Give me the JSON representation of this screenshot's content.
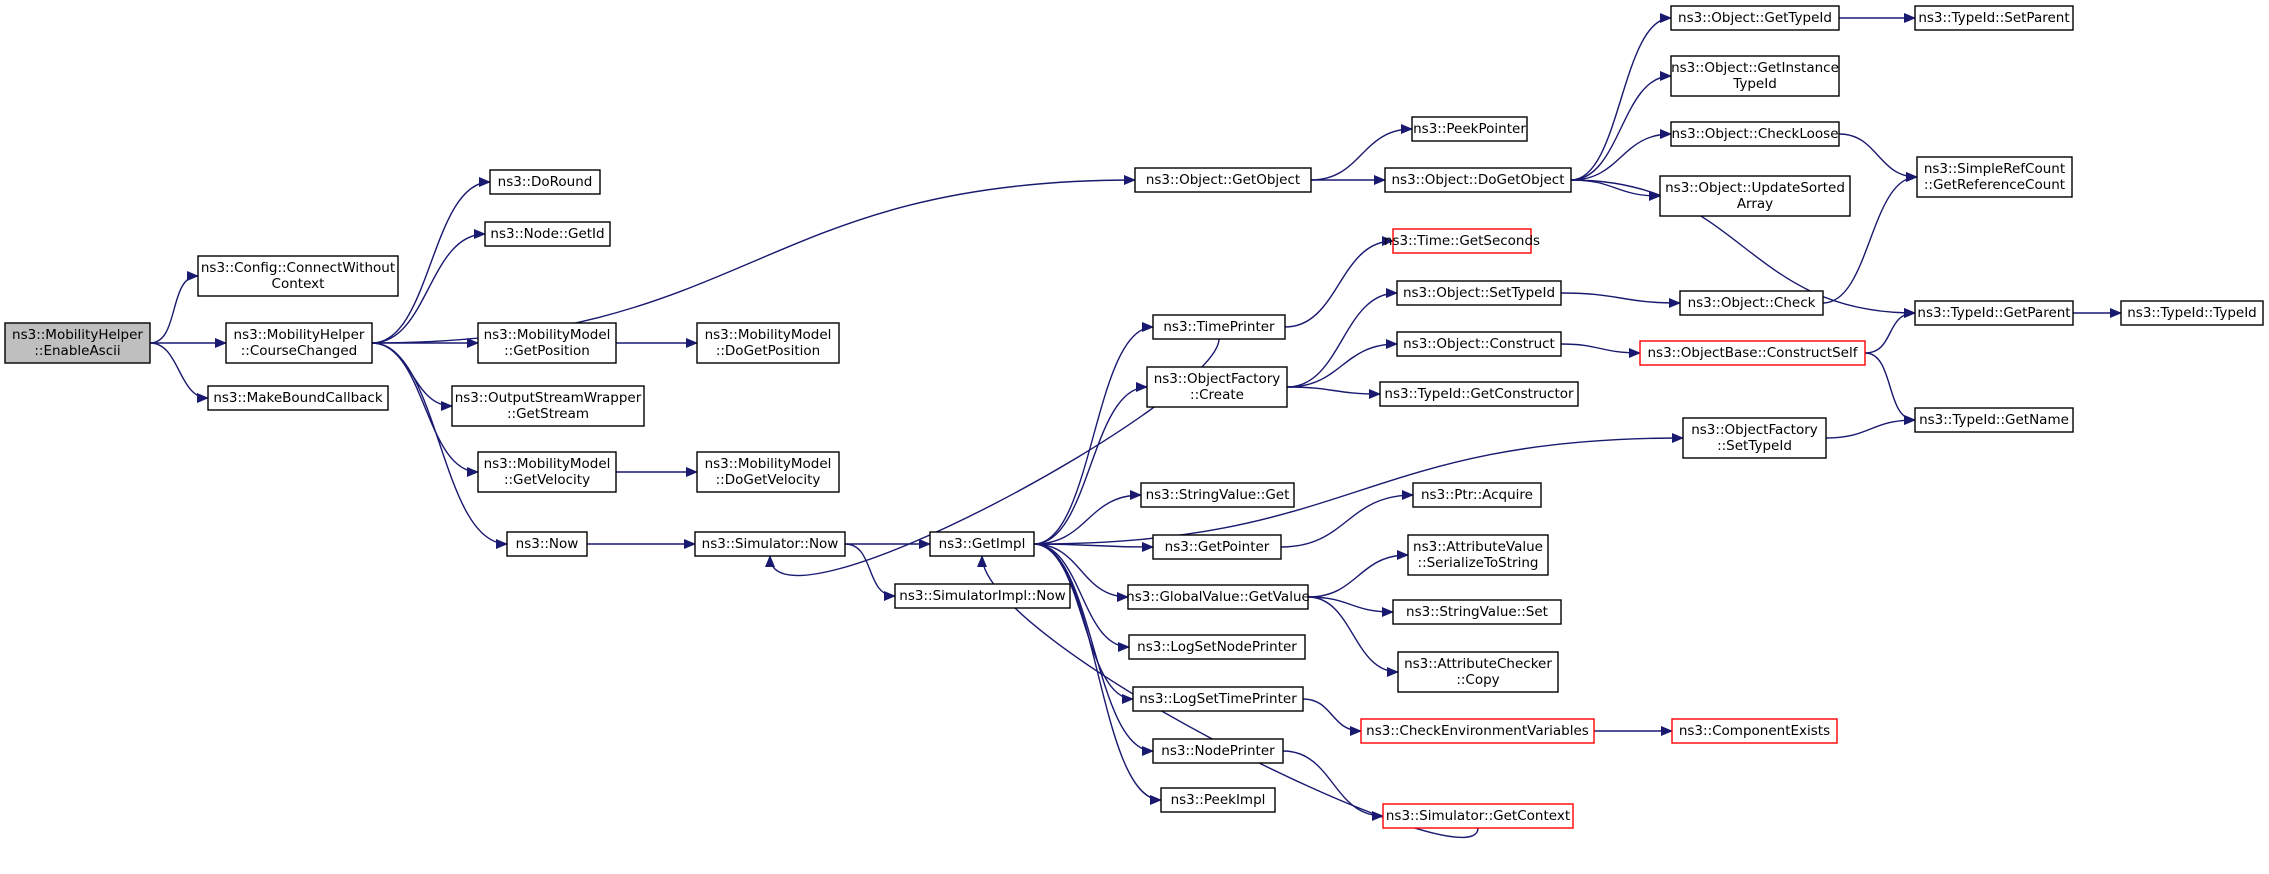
{
  "graph": {
    "colors": {
      "edge": "#191970",
      "root_fill": "#bfbfbf",
      "truncated_border": "#ff0000"
    },
    "nodes": [
      {
        "id": "n1",
        "lines": [
          "ns3::MobilityHelper",
          "::EnableAscii"
        ],
        "root": true
      },
      {
        "id": "n2",
        "lines": [
          "ns3::Config::ConnectWithout",
          "Context"
        ]
      },
      {
        "id": "n3",
        "lines": [
          "ns3::MobilityHelper",
          "::CourseChanged"
        ]
      },
      {
        "id": "n4",
        "lines": [
          "ns3::MakeBoundCallback"
        ]
      },
      {
        "id": "n5",
        "lines": [
          "ns3::DoRound"
        ]
      },
      {
        "id": "n6",
        "lines": [
          "ns3::Node::GetId"
        ]
      },
      {
        "id": "n7",
        "lines": [
          "ns3::Object::GetObject"
        ]
      },
      {
        "id": "n8",
        "lines": [
          "ns3::MobilityModel",
          "::GetPosition"
        ]
      },
      {
        "id": "n9",
        "lines": [
          "ns3::OutputStreamWrapper",
          "::GetStream"
        ]
      },
      {
        "id": "n10",
        "lines": [
          "ns3::MobilityModel",
          "::GetVelocity"
        ]
      },
      {
        "id": "n11",
        "lines": [
          "ns3::Now"
        ]
      },
      {
        "id": "n12",
        "lines": [
          "ns3::MobilityModel",
          "::DoGetPosition"
        ]
      },
      {
        "id": "n13",
        "lines": [
          "ns3::MobilityModel",
          "::DoGetVelocity"
        ]
      },
      {
        "id": "n14",
        "lines": [
          "ns3::Simulator::Now"
        ]
      },
      {
        "id": "n15",
        "lines": [
          "ns3::GetImpl"
        ]
      },
      {
        "id": "n16",
        "lines": [
          "ns3::SimulatorImpl::Now"
        ]
      },
      {
        "id": "n17",
        "lines": [
          "ns3::PeekPointer"
        ]
      },
      {
        "id": "n18",
        "lines": [
          "ns3::Object::DoGetObject"
        ]
      },
      {
        "id": "n19",
        "lines": [
          "ns3::Time::GetSeconds"
        ],
        "truncated": true
      },
      {
        "id": "n20",
        "lines": [
          "ns3::TimePrinter"
        ]
      },
      {
        "id": "n21",
        "lines": [
          "ns3::ObjectFactory",
          "::Create"
        ]
      },
      {
        "id": "n22",
        "lines": [
          "ns3::StringValue::Get"
        ]
      },
      {
        "id": "n23",
        "lines": [
          "ns3::GetPointer"
        ]
      },
      {
        "id": "n24",
        "lines": [
          "ns3::GlobalValue::GetValue"
        ]
      },
      {
        "id": "n25",
        "lines": [
          "ns3::LogSetNodePrinter"
        ]
      },
      {
        "id": "n26",
        "lines": [
          "ns3::LogSetTimePrinter"
        ]
      },
      {
        "id": "n27",
        "lines": [
          "ns3::NodePrinter"
        ]
      },
      {
        "id": "n28",
        "lines": [
          "ns3::PeekImpl"
        ]
      },
      {
        "id": "n29",
        "lines": [
          "ns3::Object::GetTypeId"
        ]
      },
      {
        "id": "n30",
        "lines": [
          "ns3::Object::GetInstance",
          "TypeId"
        ]
      },
      {
        "id": "n31",
        "lines": [
          "ns3::Object::CheckLoose"
        ]
      },
      {
        "id": "n32",
        "lines": [
          "ns3::Object::UpdateSorted",
          "Array"
        ]
      },
      {
        "id": "n33",
        "lines": [
          "ns3::Object::SetTypeId"
        ]
      },
      {
        "id": "n34",
        "lines": [
          "ns3::Object::Construct"
        ]
      },
      {
        "id": "n35",
        "lines": [
          "ns3::TypeId::GetConstructor"
        ]
      },
      {
        "id": "n36",
        "lines": [
          "ns3::ObjectFactory",
          "::SetTypeId"
        ]
      },
      {
        "id": "n37",
        "lines": [
          "ns3::Ptr::Acquire"
        ]
      },
      {
        "id": "n38",
        "lines": [
          "ns3::AttributeValue",
          "::SerializeToString"
        ]
      },
      {
        "id": "n39",
        "lines": [
          "ns3::StringValue::Set"
        ]
      },
      {
        "id": "n40",
        "lines": [
          "ns3::AttributeChecker",
          "::Copy"
        ]
      },
      {
        "id": "n41",
        "lines": [
          "ns3::CheckEnvironmentVariables"
        ],
        "truncated": true
      },
      {
        "id": "n42",
        "lines": [
          "ns3::Simulator::GetContext"
        ],
        "truncated": true
      },
      {
        "id": "n43",
        "lines": [
          "ns3::TypeId::SetParent"
        ]
      },
      {
        "id": "n44",
        "lines": [
          "ns3::SimpleRefCount",
          "::GetReferenceCount"
        ]
      },
      {
        "id": "n45",
        "lines": [
          "ns3::Object::Check"
        ]
      },
      {
        "id": "n46",
        "lines": [
          "ns3::ObjectBase::ConstructSelf"
        ],
        "truncated": true
      },
      {
        "id": "n47",
        "lines": [
          "ns3::TypeId::GetParent"
        ]
      },
      {
        "id": "n48",
        "lines": [
          "ns3::TypeId::GetName"
        ]
      },
      {
        "id": "n49",
        "lines": [
          "ns3::ComponentExists"
        ],
        "truncated": true
      },
      {
        "id": "n50",
        "lines": [
          "ns3::TypeId::TypeId"
        ]
      }
    ],
    "edges": [
      [
        "n1",
        "n2"
      ],
      [
        "n1",
        "n3"
      ],
      [
        "n1",
        "n4"
      ],
      [
        "n3",
        "n5"
      ],
      [
        "n3",
        "n6"
      ],
      [
        "n3",
        "n7"
      ],
      [
        "n3",
        "n8"
      ],
      [
        "n3",
        "n9"
      ],
      [
        "n3",
        "n10"
      ],
      [
        "n3",
        "n11"
      ],
      [
        "n8",
        "n12"
      ],
      [
        "n10",
        "n13"
      ],
      [
        "n11",
        "n14"
      ],
      [
        "n14",
        "n15"
      ],
      [
        "n14",
        "n16"
      ],
      [
        "n7",
        "n17"
      ],
      [
        "n7",
        "n18"
      ],
      [
        "n15",
        "n20"
      ],
      [
        "n15",
        "n21"
      ],
      [
        "n15",
        "n36"
      ],
      [
        "n15",
        "n22"
      ],
      [
        "n15",
        "n23"
      ],
      [
        "n15",
        "n24"
      ],
      [
        "n15",
        "n25"
      ],
      [
        "n15",
        "n26"
      ],
      [
        "n15",
        "n27"
      ],
      [
        "n15",
        "n28"
      ],
      [
        "n20",
        "n19"
      ],
      [
        "n20",
        "n14"
      ],
      [
        "n21",
        "n33"
      ],
      [
        "n21",
        "n34"
      ],
      [
        "n21",
        "n35"
      ],
      [
        "n23",
        "n37"
      ],
      [
        "n24",
        "n38"
      ],
      [
        "n24",
        "n39"
      ],
      [
        "n24",
        "n40"
      ],
      [
        "n26",
        "n41"
      ],
      [
        "n27",
        "n42"
      ],
      [
        "n42",
        "n15"
      ],
      [
        "n41",
        "n49"
      ],
      [
        "n18",
        "n29"
      ],
      [
        "n18",
        "n30"
      ],
      [
        "n18",
        "n31"
      ],
      [
        "n18",
        "n32"
      ],
      [
        "n18",
        "n47"
      ],
      [
        "n29",
        "n43"
      ],
      [
        "n31",
        "n44"
      ],
      [
        "n33",
        "n45"
      ],
      [
        "n45",
        "n44"
      ],
      [
        "n34",
        "n46"
      ],
      [
        "n46",
        "n47"
      ],
      [
        "n46",
        "n48"
      ],
      [
        "n36",
        "n48"
      ],
      [
        "n47",
        "n50"
      ]
    ]
  }
}
